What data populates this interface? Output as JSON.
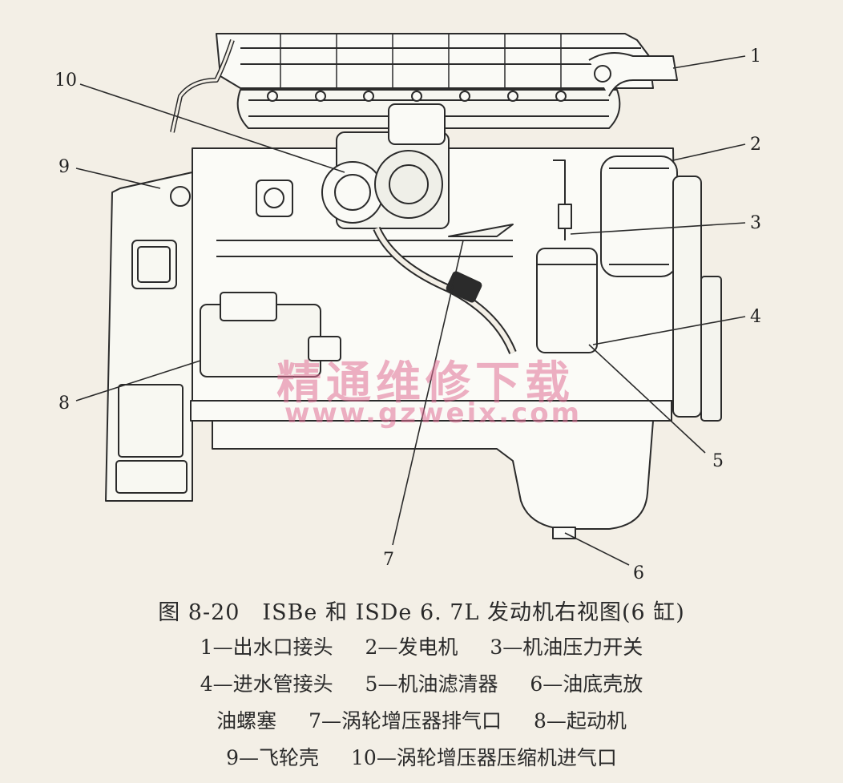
{
  "figure": {
    "callouts": [
      "1",
      "2",
      "3",
      "4",
      "5",
      "6",
      "7",
      "8",
      "9",
      "10"
    ],
    "watermark": {
      "text": "精通维修下载",
      "url": "www.gzweix.com"
    }
  },
  "caption": {
    "title": "图 8-20　ISBe 和 ISDe 6. 7L 发动机右视图(6 缸)",
    "legend_lines": [
      [
        "1—出水口接头",
        "2—发电机",
        "3—机油压力开关"
      ],
      [
        "4—进水管接头",
        "5—机油滤清器",
        "6—油底壳放"
      ],
      [
        "油螺塞",
        "7—涡轮增压器排气口",
        "8—起动机"
      ],
      [
        "9—飞轮壳",
        "10—涡轮增压器压缩机进气口"
      ]
    ]
  },
  "colors": {
    "background": "#f3efe6",
    "ink": "#2a2a2a",
    "watermark": "#e07096"
  }
}
